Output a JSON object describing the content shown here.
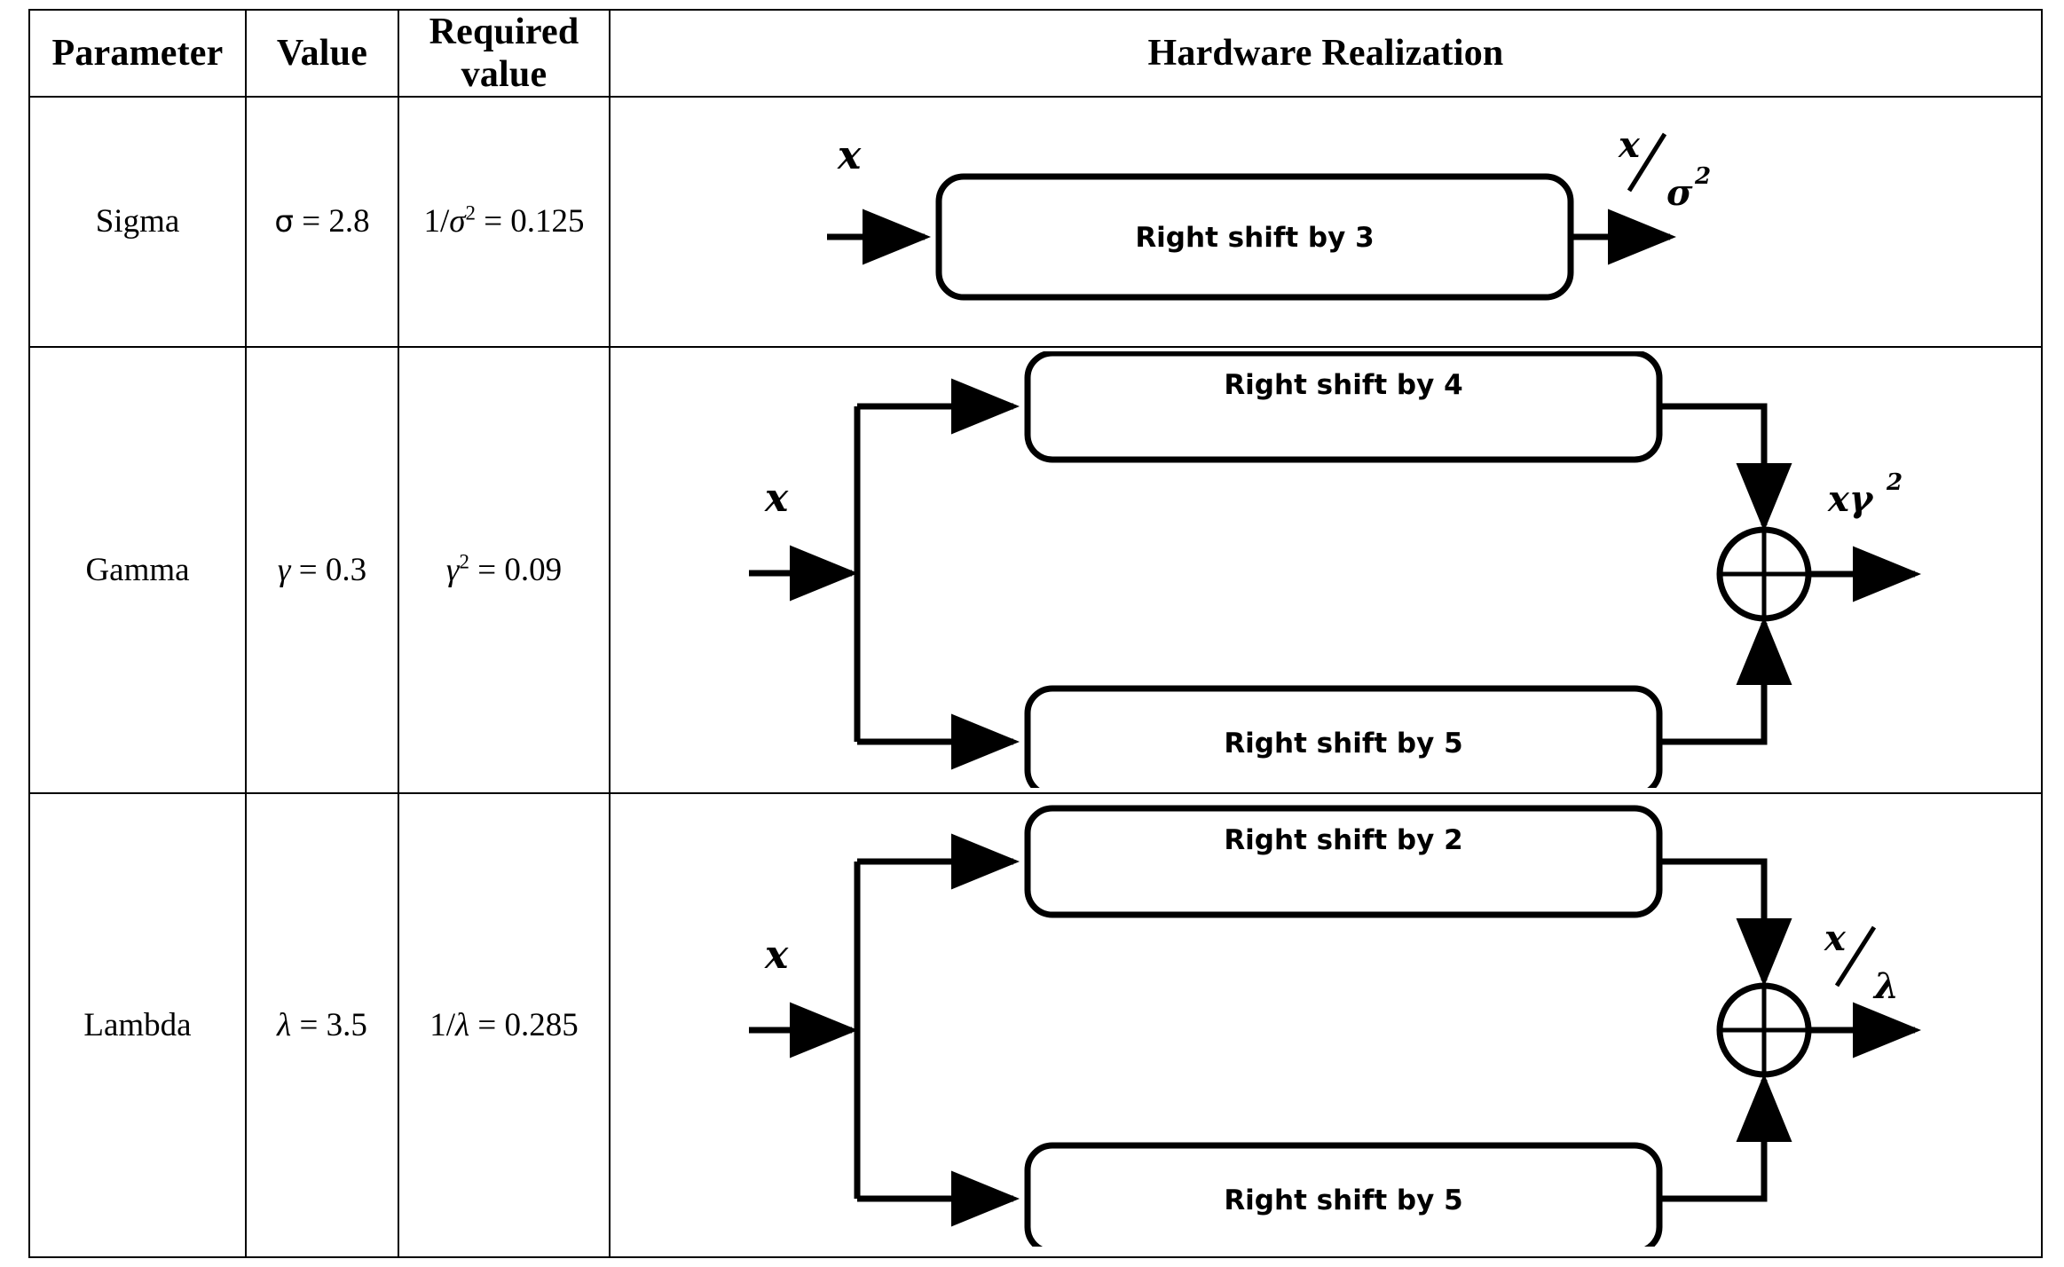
{
  "table": {
    "headers": {
      "parameter": "Parameter",
      "value": "Value",
      "required_value": "Required value",
      "hardware_realization": "Hardware Realization"
    },
    "rows": [
      {
        "parameter": "Sigma",
        "value_prefix": "",
        "value_symbol": "σ",
        "value_text": " = 2.8",
        "required_prefix": "1/",
        "required_symbol": "σ",
        "required_exponent": "2",
        "required_text": " = 0.125",
        "diagram": {
          "type": "single-shift",
          "input_label": "x",
          "blocks": [
            "Right shift by 3"
          ],
          "output_numerator": "x",
          "output_denominator": "σ",
          "output_denominator_exponent": "2"
        }
      },
      {
        "parameter": "Gamma",
        "value_prefix": "",
        "value_symbol": "γ",
        "value_text": " = 0.3",
        "required_prefix": "",
        "required_symbol": "γ",
        "required_exponent": "2",
        "required_text": " = 0.09",
        "diagram": {
          "type": "dual-shift-adder",
          "input_label": "x",
          "blocks": [
            "Right shift by 4",
            "Right shift by 5"
          ],
          "adder_symbol": "plus-circle",
          "output_label": "xγ",
          "output_exponent": "2"
        }
      },
      {
        "parameter": "Lambda",
        "value_prefix": "",
        "value_symbol": "λ",
        "value_text": " = 3.5",
        "required_prefix": "1/",
        "required_symbol": "λ",
        "required_exponent": "",
        "required_text": " = 0.285",
        "diagram": {
          "type": "dual-shift-adder",
          "input_label": "x",
          "blocks": [
            "Right shift by 2",
            "Right shift by 5"
          ],
          "adder_symbol": "plus-circle",
          "output_numerator": "x",
          "output_denominator": "λ",
          "output_denominator_exponent": ""
        }
      }
    ]
  },
  "colors": {
    "ink": "#000000",
    "paper": "#ffffff"
  }
}
